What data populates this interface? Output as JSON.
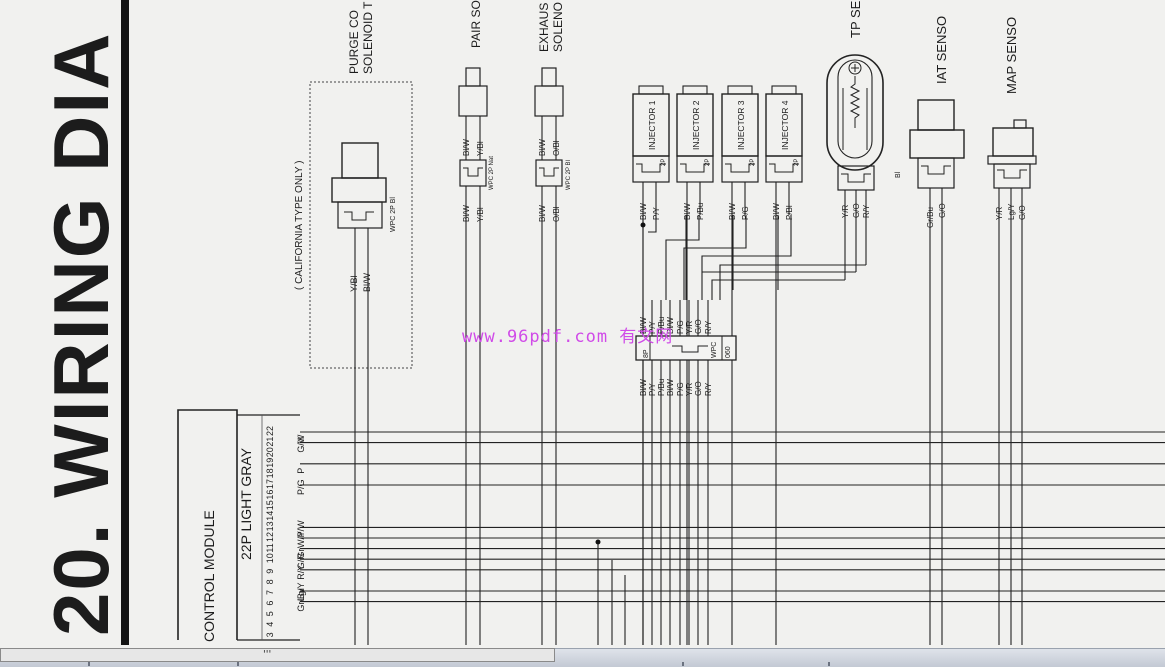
{
  "page": {
    "heading": "20. WIRING DIA",
    "watermark": "www.96pdf.com 有文网"
  },
  "ecm": {
    "label": "CONTROL MODULE",
    "connector": "22P LIGHT GRAY",
    "pins": [
      {
        "n": "22",
        "wire": "Y"
      },
      {
        "n": "21",
        "wire": "G/W"
      },
      {
        "n": "20",
        "wire": ""
      },
      {
        "n": "19",
        "wire": "P"
      },
      {
        "n": "18",
        "wire": ""
      },
      {
        "n": "17",
        "wire": "P/G"
      },
      {
        "n": "16",
        "wire": ""
      },
      {
        "n": "15",
        "wire": ""
      },
      {
        "n": "14",
        "wire": ""
      },
      {
        "n": "13",
        "wire": "P/W"
      },
      {
        "n": "12",
        "wire": "W/Y"
      },
      {
        "n": "11",
        "wire": "Gr"
      },
      {
        "n": "10",
        "wire": "G/R"
      },
      {
        "n": "9",
        "wire": "R/Y"
      },
      {
        "n": "8",
        "wire": ""
      },
      {
        "n": "7",
        "wire": "Lg/Y"
      },
      {
        "n": "6",
        "wire": "Gr/Bu"
      },
      {
        "n": "5",
        "wire": ""
      },
      {
        "n": "4",
        "wire": ""
      },
      {
        "n": "3",
        "wire": ""
      }
    ]
  },
  "california": {
    "label": "( CALIFORNIA TYPE ONLY )",
    "component": "PURGE CONTROL SOLENOID V",
    "lines": [
      "PURGE CO",
      "SOLENOID T"
    ],
    "connector": "WPC 2P Bl",
    "wires": [
      "Y/Bl",
      "Bl/W"
    ]
  },
  "pair": {
    "label": "PAIR SO",
    "connector": "WPC 2P Nat",
    "wires": [
      "Bl/W",
      "Y/Bl"
    ]
  },
  "exhaust": {
    "lines": [
      "EXHAUS",
      "SOLENO"
    ],
    "connector": "WPC 2P Bl",
    "wires": [
      "Bl/W",
      "O/Bl"
    ]
  },
  "injectors": [
    {
      "label": "INJECTOR 1",
      "pins": "2P",
      "wires": [
        "Bl/W",
        "P/Y"
      ]
    },
    {
      "label": "INJECTOR 2",
      "pins": "2P",
      "wires": [
        "Bl/W",
        "P/Bu"
      ]
    },
    {
      "label": "INJECTOR 3",
      "pins": "2P",
      "wires": [
        "Bl/W",
        "P/G"
      ]
    },
    {
      "label": "INJECTOR 4",
      "pins": "2P",
      "wires": [
        "Bl/W",
        "P/Bl"
      ]
    }
  ],
  "tp": {
    "label": "TP SE",
    "connector": "Bl",
    "wires": [
      "Y/R",
      "G/O",
      "R/Y"
    ]
  },
  "iat": {
    "label": "IAT SENSO",
    "wires": [
      "Gr/Bu",
      "G/O"
    ]
  },
  "map": {
    "label": "MAP SENSO",
    "wires": [
      "Y/R",
      "Lg/Y",
      "G/O"
    ]
  },
  "junction": {
    "pins": "8P",
    "label": "WPC",
    "code": "060",
    "wires_top": [
      "Bl/W",
      "P/Y",
      "P/Bu",
      "Bl/W",
      "P/G",
      "Y/R",
      "G/O",
      "R/Y"
    ],
    "wires_bottom": [
      "Bl/W",
      "P/Y",
      "P/Bu",
      "Bl/W",
      "P/G",
      "Y/R",
      "G/O",
      "R/Y"
    ]
  },
  "scrollbar": {
    "grip": "'''"
  }
}
